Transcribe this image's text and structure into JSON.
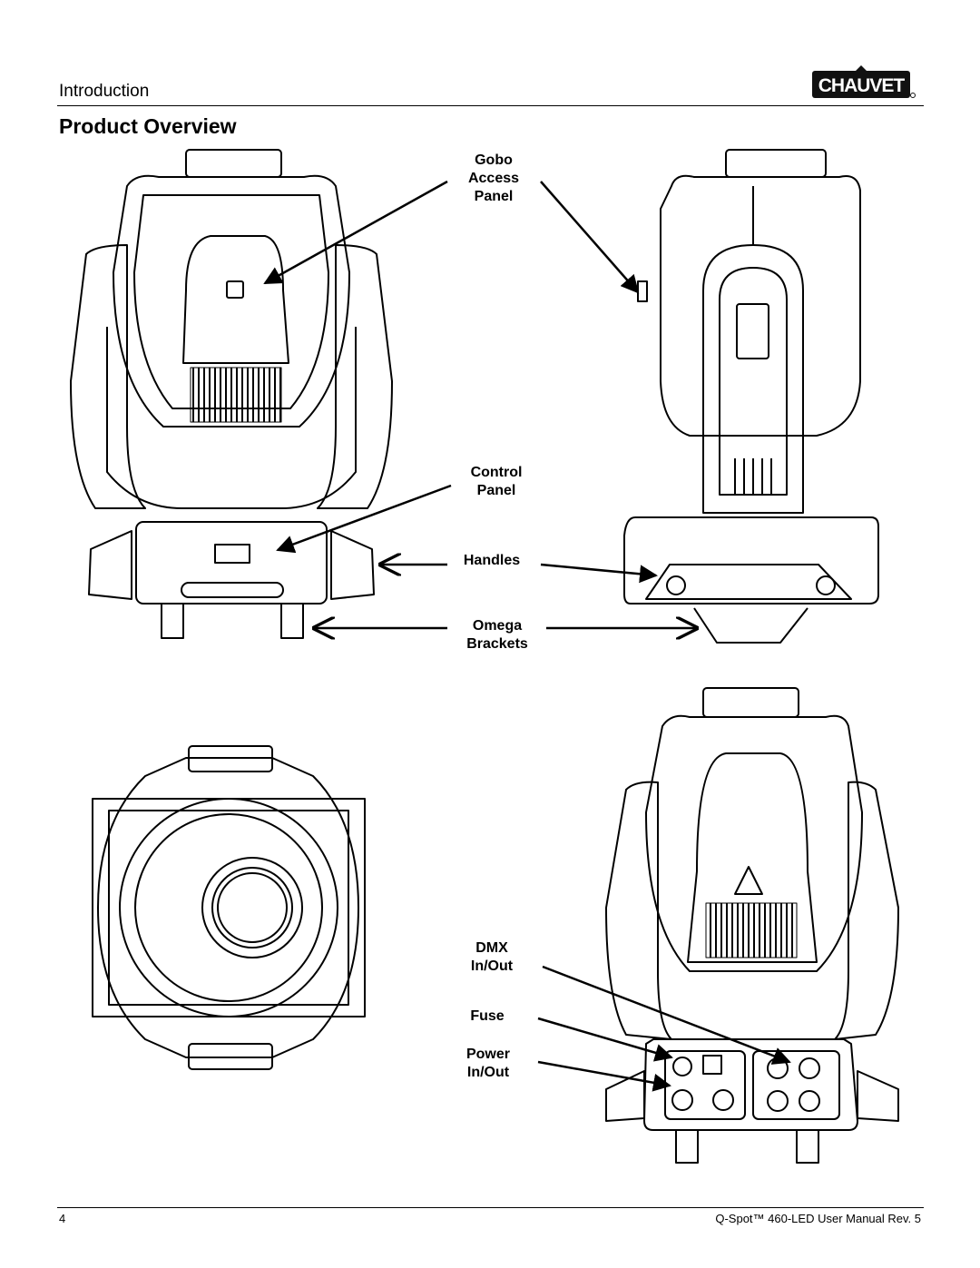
{
  "header": {
    "section": "Introduction",
    "brand": "CHAUVET",
    "title": "Product Overview"
  },
  "callouts": {
    "gobo": [
      "Gobo",
      "Access",
      "Panel"
    ],
    "control": [
      "Control",
      "Panel"
    ],
    "handles": [
      "Handles"
    ],
    "omega": [
      "Omega",
      "Brackets"
    ],
    "dmx": [
      "DMX",
      "In/Out"
    ],
    "fuse": [
      "Fuse"
    ],
    "power": [
      "Power",
      "In/Out"
    ]
  },
  "footer": {
    "page_number": "4",
    "document_title": "Q-Spot™ 460-LED User Manual Rev. 5"
  }
}
